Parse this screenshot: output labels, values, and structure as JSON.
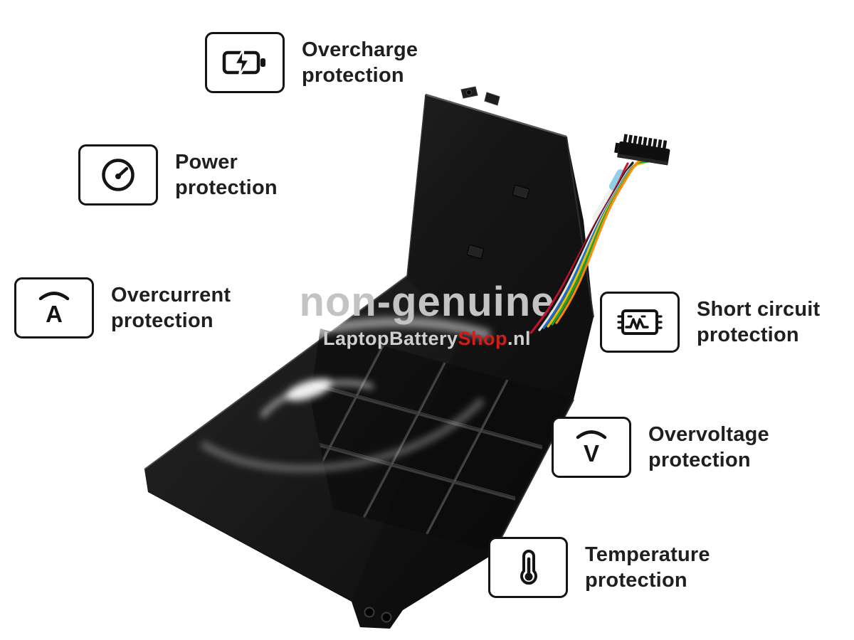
{
  "watermark": {
    "title": "non-genuine",
    "brand_prefix": "LaptopBattery",
    "brand_highlight": "Shop",
    "brand_suffix": ".nl"
  },
  "features": [
    {
      "id": "overcharge",
      "icon": "battery-charging-icon",
      "line1": "Overcharge",
      "line2": "protection"
    },
    {
      "id": "power",
      "icon": "power-gauge-icon",
      "line1": "Power",
      "line2": "protection"
    },
    {
      "id": "overcurrent",
      "icon": "ampere-icon",
      "line1": "Overcurrent",
      "line2": "protection",
      "glyph": "A"
    },
    {
      "id": "short-circuit",
      "icon": "circuit-chip-icon",
      "line1": "Short circuit",
      "line2": "protection"
    },
    {
      "id": "overvoltage",
      "icon": "volt-icon",
      "line1": "Overvoltage",
      "line2": "protection",
      "glyph": "V"
    },
    {
      "id": "temperature",
      "icon": "thermometer-icon",
      "line1": "Temperature",
      "line2": "protection"
    }
  ],
  "illustration": {
    "subject": "laptop battery (non-genuine replacement)",
    "accent_red": "#d21d1d",
    "background": "#ffffff",
    "wire_colors": [
      "#c8102e",
      "#141414",
      "#e8e8e8",
      "#1f6fd0",
      "#f2c200",
      "#19a337",
      "#ff8a00"
    ]
  }
}
